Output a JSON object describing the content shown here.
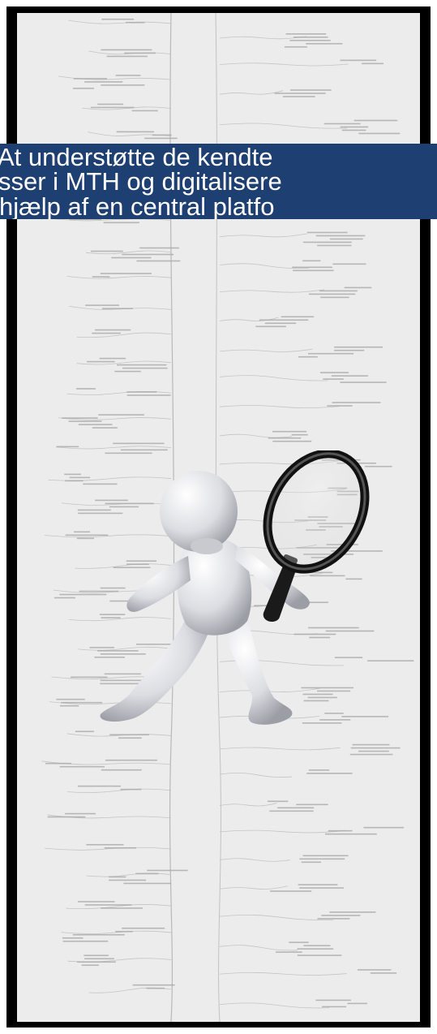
{
  "banner": {
    "lines": [
      "At understøtte de kendte",
      "sser i MTH og digitalisere",
      " hjælp af en central platfo"
    ]
  },
  "illustration": {
    "subject": "figure-with-magnifying-glass",
    "icon": "magnifier-icon"
  },
  "colors": {
    "banner_bg": "#1d3f72",
    "banner_text": "#ffffff",
    "frame": "#000000",
    "mindmap_bg": "#ececec"
  }
}
